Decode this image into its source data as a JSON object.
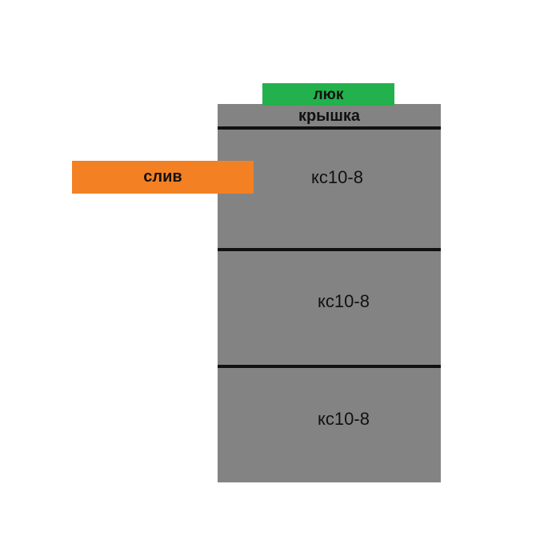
{
  "hatch": {
    "label": "люк",
    "color": "#22b14c"
  },
  "lid": {
    "label": "крышка",
    "color": "#838383"
  },
  "drain": {
    "label": "слив",
    "color": "#f48024"
  },
  "rings": [
    {
      "label": "кс10-8"
    },
    {
      "label": "кс10-8"
    },
    {
      "label": "кс10-8"
    }
  ],
  "colors": {
    "ring": "#838383",
    "divider": "#111111",
    "background": "#ffffff"
  }
}
